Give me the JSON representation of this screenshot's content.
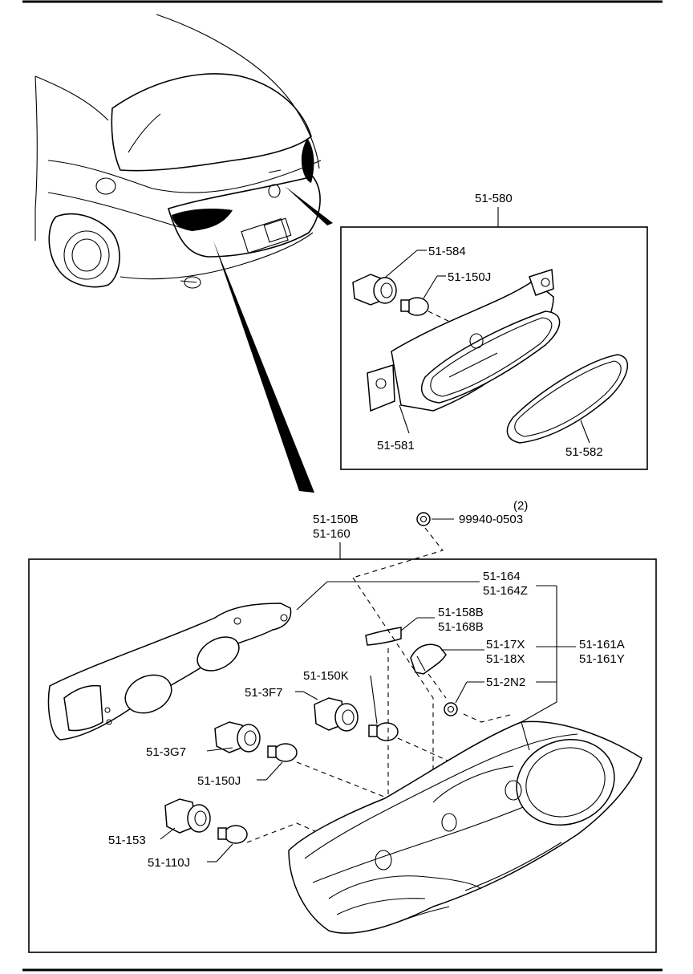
{
  "groups": {
    "upper_assembly": "51-580",
    "lower_assembly_line1": "51-150B",
    "lower_assembly_line2": "51-160"
  },
  "labels": {
    "socket_upper": "51-584",
    "bulb_upper": "51-150J",
    "lamp_body_upper": "51-581",
    "gasket_upper": "51-582",
    "qty": "(2)",
    "nut": "99940-0503",
    "gasket_lower_1": "51-164",
    "gasket_lower_2": "51-164Z",
    "pad_1": "51-158B",
    "pad_2": "51-168B",
    "lens_1": "51-17X",
    "lens_2": "51-18X",
    "lamp_1": "51-161A",
    "lamp_2": "51-161Y",
    "grommet": "51-2N2",
    "bulb_k": "51-150K",
    "socket_f7": "51-3F7",
    "socket_g7": "51-3G7",
    "bulb_lower": "51-150J",
    "socket_153": "51-153",
    "bulb_110": "51-110J"
  }
}
